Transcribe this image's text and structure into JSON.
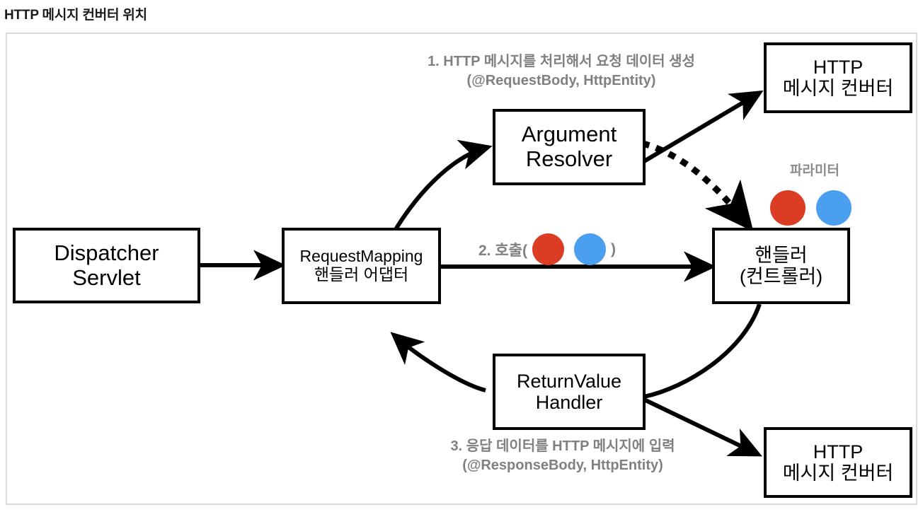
{
  "page": {
    "title": "HTTP 메시지 컨버터 위치"
  },
  "colors": {
    "frame_border": "#d9d9d9",
    "node_border": "#000000",
    "node_fill": "#ffffff",
    "edge": "#000000",
    "annotation_text": "#808080",
    "param_red": "#DC3C23",
    "param_blue": "#4A9FF0"
  },
  "nodes": [
    {
      "id": "dispatcher-servlet",
      "lines": [
        "Dispatcher",
        "Servlet"
      ]
    },
    {
      "id": "request-mapping-handler-adapter",
      "lines": [
        "RequestMapping",
        "핸들러 어댑터"
      ]
    },
    {
      "id": "argument-resolver",
      "lines": [
        "Argument",
        "Resolver"
      ]
    },
    {
      "id": "return-value-handler",
      "lines": [
        "ReturnValue",
        "Handler"
      ]
    },
    {
      "id": "handler-controller",
      "lines": [
        "핸들러",
        "(컨트롤러)"
      ]
    },
    {
      "id": "http-message-converter-top",
      "lines": [
        "HTTP",
        "메시지 컨버터"
      ]
    },
    {
      "id": "http-message-converter-bottom",
      "lines": [
        "HTTP",
        "메시지 컨버터"
      ]
    }
  ],
  "annotations": {
    "step1": {
      "line1": "1. HTTP 메시지를 처리해서 요청 데이터 생성",
      "line2": "(@RequestBody, HttpEntity)"
    },
    "step2": {
      "prefix": "2. 호출(",
      "suffix": ")"
    },
    "step3": {
      "line1": "3. 응답 데이터를 HTTP 메시지에 입력",
      "line2": "(@ResponseBody, HttpEntity)"
    },
    "parameter_label": "파라미터"
  }
}
